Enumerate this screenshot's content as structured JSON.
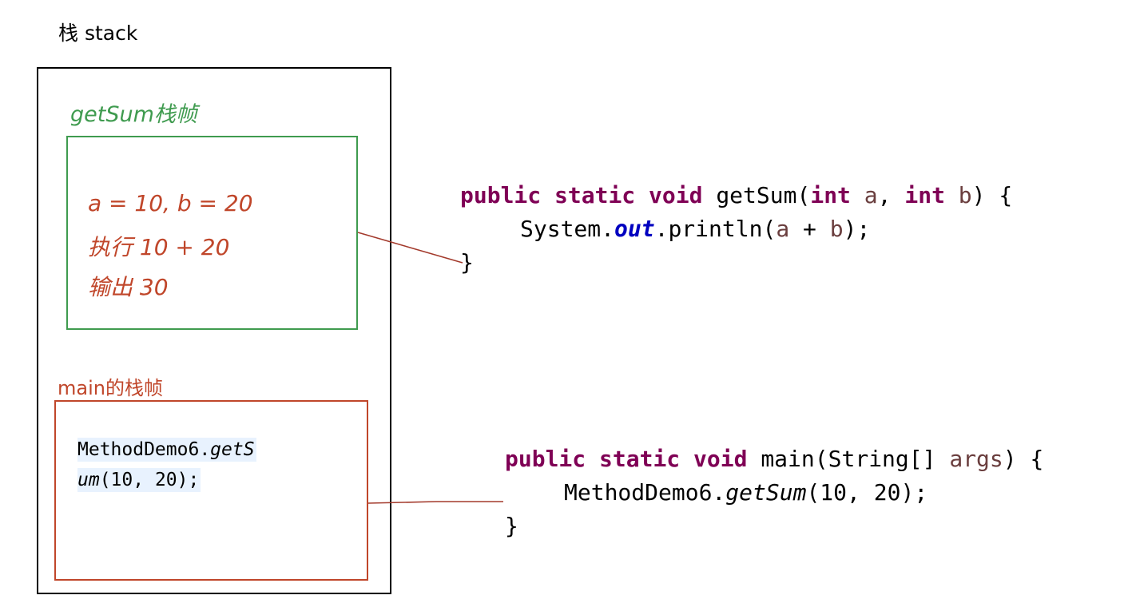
{
  "colors": {
    "green": "#3f9b4f",
    "red": "#c0462a",
    "keyword": "#7f0055",
    "connector": "#a33a2c"
  },
  "stack": {
    "title": "栈 stack"
  },
  "getsum_frame": {
    "label": "getSum栈帧",
    "lines": [
      "a = 10, b = 20",
      "执行 10 + 20",
      "输出 30"
    ]
  },
  "main_frame": {
    "label": "main的栈帧",
    "code_line1_prefix": "MethodDemo6.",
    "code_line1_call": "getS",
    "code_line2_call": "um",
    "code_line2_args": "(10, 20);"
  },
  "getsum_code": {
    "kw_public": "public",
    "kw_static": "static",
    "kw_void": "void",
    "method_sig": "getSum(",
    "kw_int1": "int",
    "param_a": "a",
    "comma": ", ",
    "kw_int2": "int",
    "param_b": "b",
    "sig_end": ") {",
    "body_prefix": "System.",
    "body_field": "out",
    "body_call": ".println(",
    "body_param_a": "a",
    "body_plus": " + ",
    "body_param_b": "b",
    "body_end": ");",
    "close": "}"
  },
  "main_code": {
    "kw_public": "public",
    "kw_static": "static",
    "kw_void": "void",
    "method_sig": "main(String[] ",
    "param_args": "args",
    "sig_end": ") {",
    "body_prefix": "MethodDemo6.",
    "body_call": "getSum",
    "body_args": "(10, 20);",
    "close": "}"
  }
}
